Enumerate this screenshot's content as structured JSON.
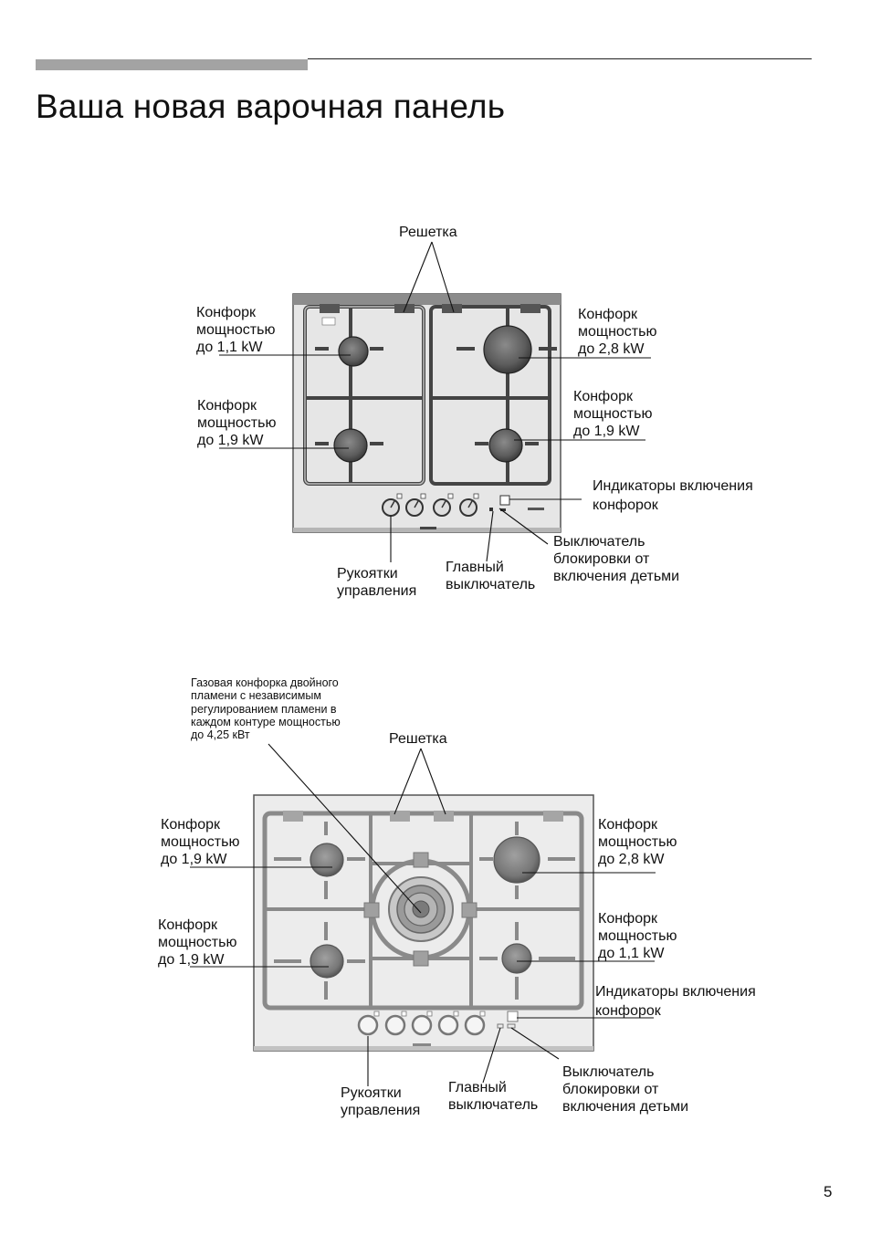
{
  "page": {
    "title": "Ваша новая варочная панель",
    "number": "5"
  },
  "hob1": {
    "grate": "Решетка",
    "burner_tl": [
      "Конфорк",
      "мощностью",
      "до 1,1 kW"
    ],
    "burner_tr": [
      "Конфорк",
      "мощностью",
      "до 2,8 kW"
    ],
    "burner_bl": [
      "Конфорк",
      "мощностью",
      "до 1,9 kW"
    ],
    "burner_br": [
      "Конфорк",
      "мощностью",
      "до 1,9 kW"
    ],
    "indicators": [
      "Индикаторы включения",
      "конфорок"
    ],
    "child_lock": [
      "Выключатель",
      "блокировки от",
      "включения детьми"
    ],
    "main_switch": [
      "Главный",
      "выключатель"
    ],
    "knobs": [
      "Рукоятки",
      "управления"
    ]
  },
  "hob2": {
    "wok_note": [
      "Газовая конфорка двойного",
      "пламени с независимым",
      "регулированием пламени в",
      "каждом контуре мощностью",
      "до 4,25 кВт"
    ],
    "grate": "Решетка",
    "burner_tl": [
      "Конфорк",
      "мощностью",
      "до 1,9 kW"
    ],
    "burner_tr": [
      "Конфорк",
      "мощностью",
      "до 2,8 kW"
    ],
    "burner_bl": [
      "Конфорк",
      "мощностью",
      "до 1,9 kW"
    ],
    "burner_br": [
      "Конфорк",
      "мощностью",
      "до 1,1 kW"
    ],
    "indicators": [
      "Индикаторы включения",
      "конфорок"
    ],
    "child_lock": [
      "Выключатель",
      "блокировки от",
      "включения детьми"
    ],
    "main_switch": [
      "Главный",
      "выключатель"
    ],
    "knobs": [
      "Рукоятки",
      "управления"
    ]
  }
}
